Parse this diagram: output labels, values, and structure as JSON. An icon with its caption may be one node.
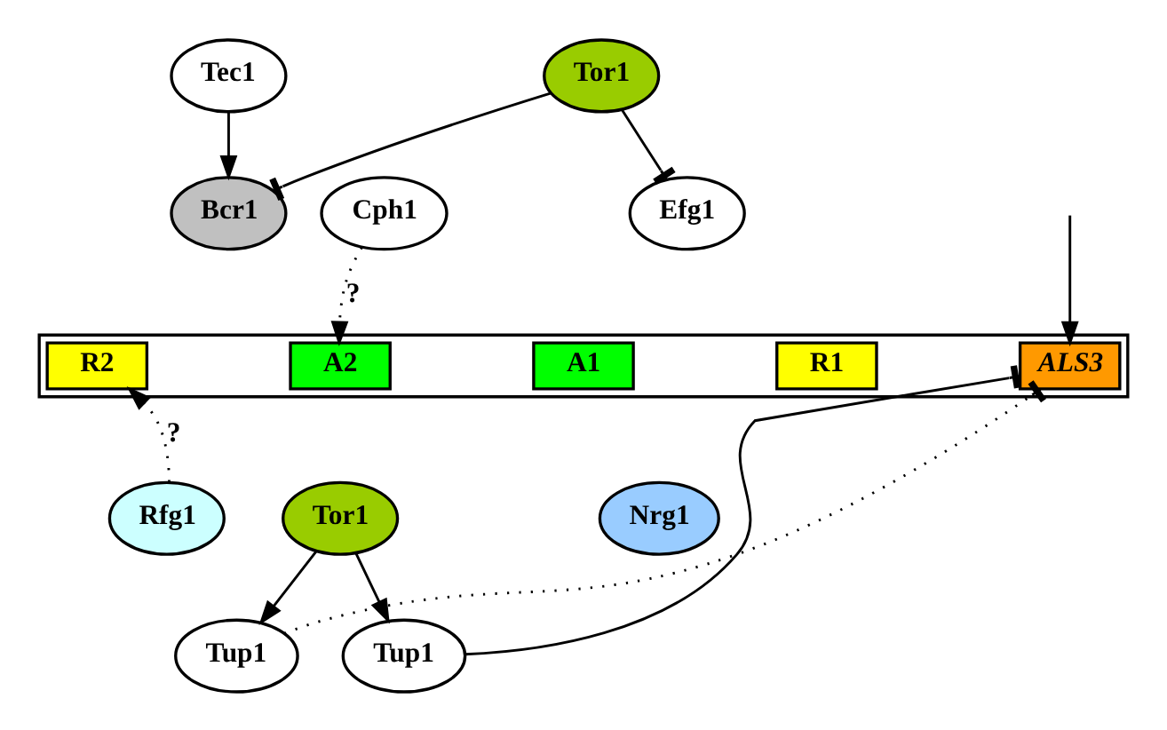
{
  "diagram": {
    "nodes": [
      {
        "text": [
          "Tec1"
        ]
      },
      {
        "text": [
          "Tor1"
        ]
      },
      {
        "text": [
          "Cph1"
        ]
      },
      {
        "text": [
          "Bcr1"
        ]
      },
      {
        "text": [
          "Efg1"
        ]
      },
      {
        "text": [],
        "shape": "bar"
      },
      {
        "text": [
          "R2"
        ],
        "in": 5
      },
      {
        "text": [
          "A2"
        ],
        "in": 5
      },
      {
        "text": [
          "A1"
        ],
        "in": 5
      },
      {
        "text": [
          "R1"
        ],
        "in": 5
      },
      {
        "text": [
          "ALS3"
        ],
        "in": 5
      },
      {
        "text": [
          "Nrg1"
        ]
      },
      {
        "text": [
          "Tor1"
        ]
      },
      {
        "text": [
          "Tup1"
        ]
      },
      {
        "text": [
          "Rfg1"
        ]
      },
      {
        "text": [
          "Tup1"
        ]
      }
    ],
    "edges": [
      {
        "from": 0,
        "to": 3,
        "arrow": "to"
      },
      {
        "from": 1,
        "to": 3,
        "arrow": "other"
      },
      {
        "from": 1,
        "to": 4,
        "arrow": "other"
      },
      {
        "from": 2,
        "to": 7,
        "arrow": "to",
        "label": "?",
        "style": "dashed"
      },
      {
        "from": null,
        "to": 10,
        "arrow": "to"
      },
      {
        "from": 12,
        "to": 13,
        "arrow": "to"
      },
      {
        "from": 12,
        "to": 15,
        "arrow": "to"
      },
      {
        "from": 13,
        "to": 10,
        "arrow": "other"
      },
      {
        "from": 15,
        "to": 10,
        "arrow": "other",
        "style": "dashed"
      },
      {
        "from": 14,
        "to": 6,
        "arrow": "to",
        "label": "?",
        "style": "dashed"
      }
    ]
  }
}
